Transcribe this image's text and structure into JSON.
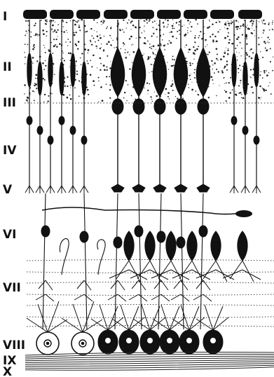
{
  "figure": {
    "layer_labels": [
      "I",
      "II",
      "III",
      "IV",
      "V",
      "VI",
      "VII",
      "VIII",
      "IX",
      "X"
    ],
    "ink_color": "#111111",
    "paper_color": "#ffffff"
  }
}
